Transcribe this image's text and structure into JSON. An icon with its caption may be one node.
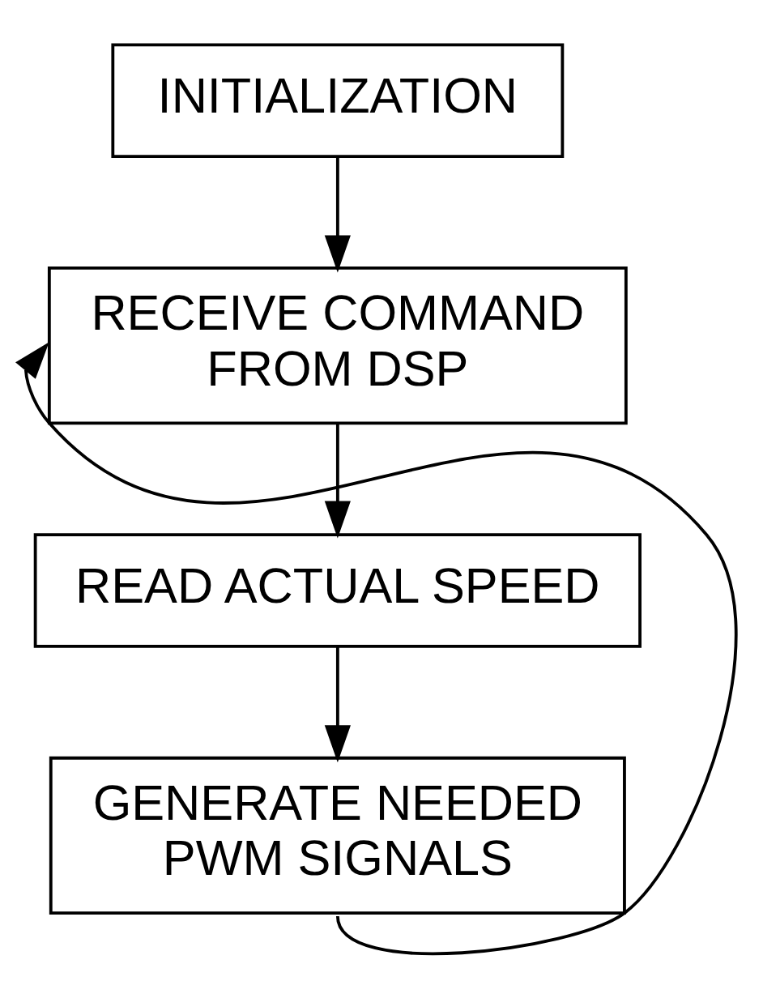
{
  "diagram": {
    "nodes": [
      {
        "text": [
          "INITIALIZATION"
        ]
      },
      {
        "text": [
          "RECEIVE COMMAND FROM DSP"
        ]
      },
      {
        "text": [
          "READ ACTUAL SPEED"
        ]
      },
      {
        "text": [
          "GENERATE NEEDED PWM SIGNALS"
        ]
      }
    ],
    "edges": [
      {
        "from": 0,
        "to": 1,
        "arrow": "to"
      },
      {
        "from": 1,
        "to": 2,
        "arrow": "to"
      },
      {
        "from": 2,
        "to": 3,
        "arrow": "to"
      },
      {
        "from": 3,
        "to": 1,
        "arrow": "to"
      }
    ]
  }
}
